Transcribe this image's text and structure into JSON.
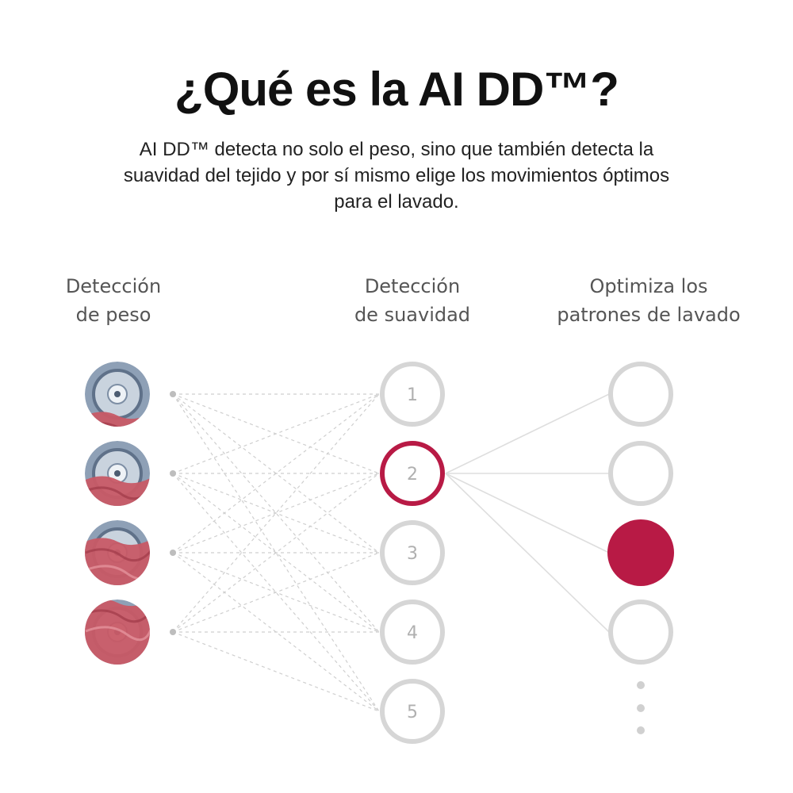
{
  "title": "¿Qué es la AI DD™?",
  "description": {
    "line1": "AI DD™ detecta no solo el peso, sino que también detecta la",
    "line2": "suavidad del tejido y por sí mismo elige los movimientos óptimos",
    "line3": "para el lavado."
  },
  "columns": {
    "weight": {
      "line1": "Detección",
      "line2": "de peso"
    },
    "softness": {
      "line1": "Detección",
      "line2": "de suavidad"
    },
    "patterns": {
      "line1": "Optimiza los",
      "line2": "patrones de lavado"
    }
  },
  "load_levels": [
    1,
    2,
    3,
    4
  ],
  "softness_levels": [
    "1",
    "2",
    "3",
    "4",
    "5"
  ],
  "selected_softness": "2",
  "wash_patterns": 4,
  "selected_pattern": 3,
  "colors": {
    "accent": "#b81a45",
    "ring": "#d6d6d6",
    "ring_text": "#b0b0b0",
    "dashed_line": "#cfcfcf",
    "solid_line": "#dedede",
    "fabric": "#c85a66",
    "drum": "#8ea0b6"
  }
}
